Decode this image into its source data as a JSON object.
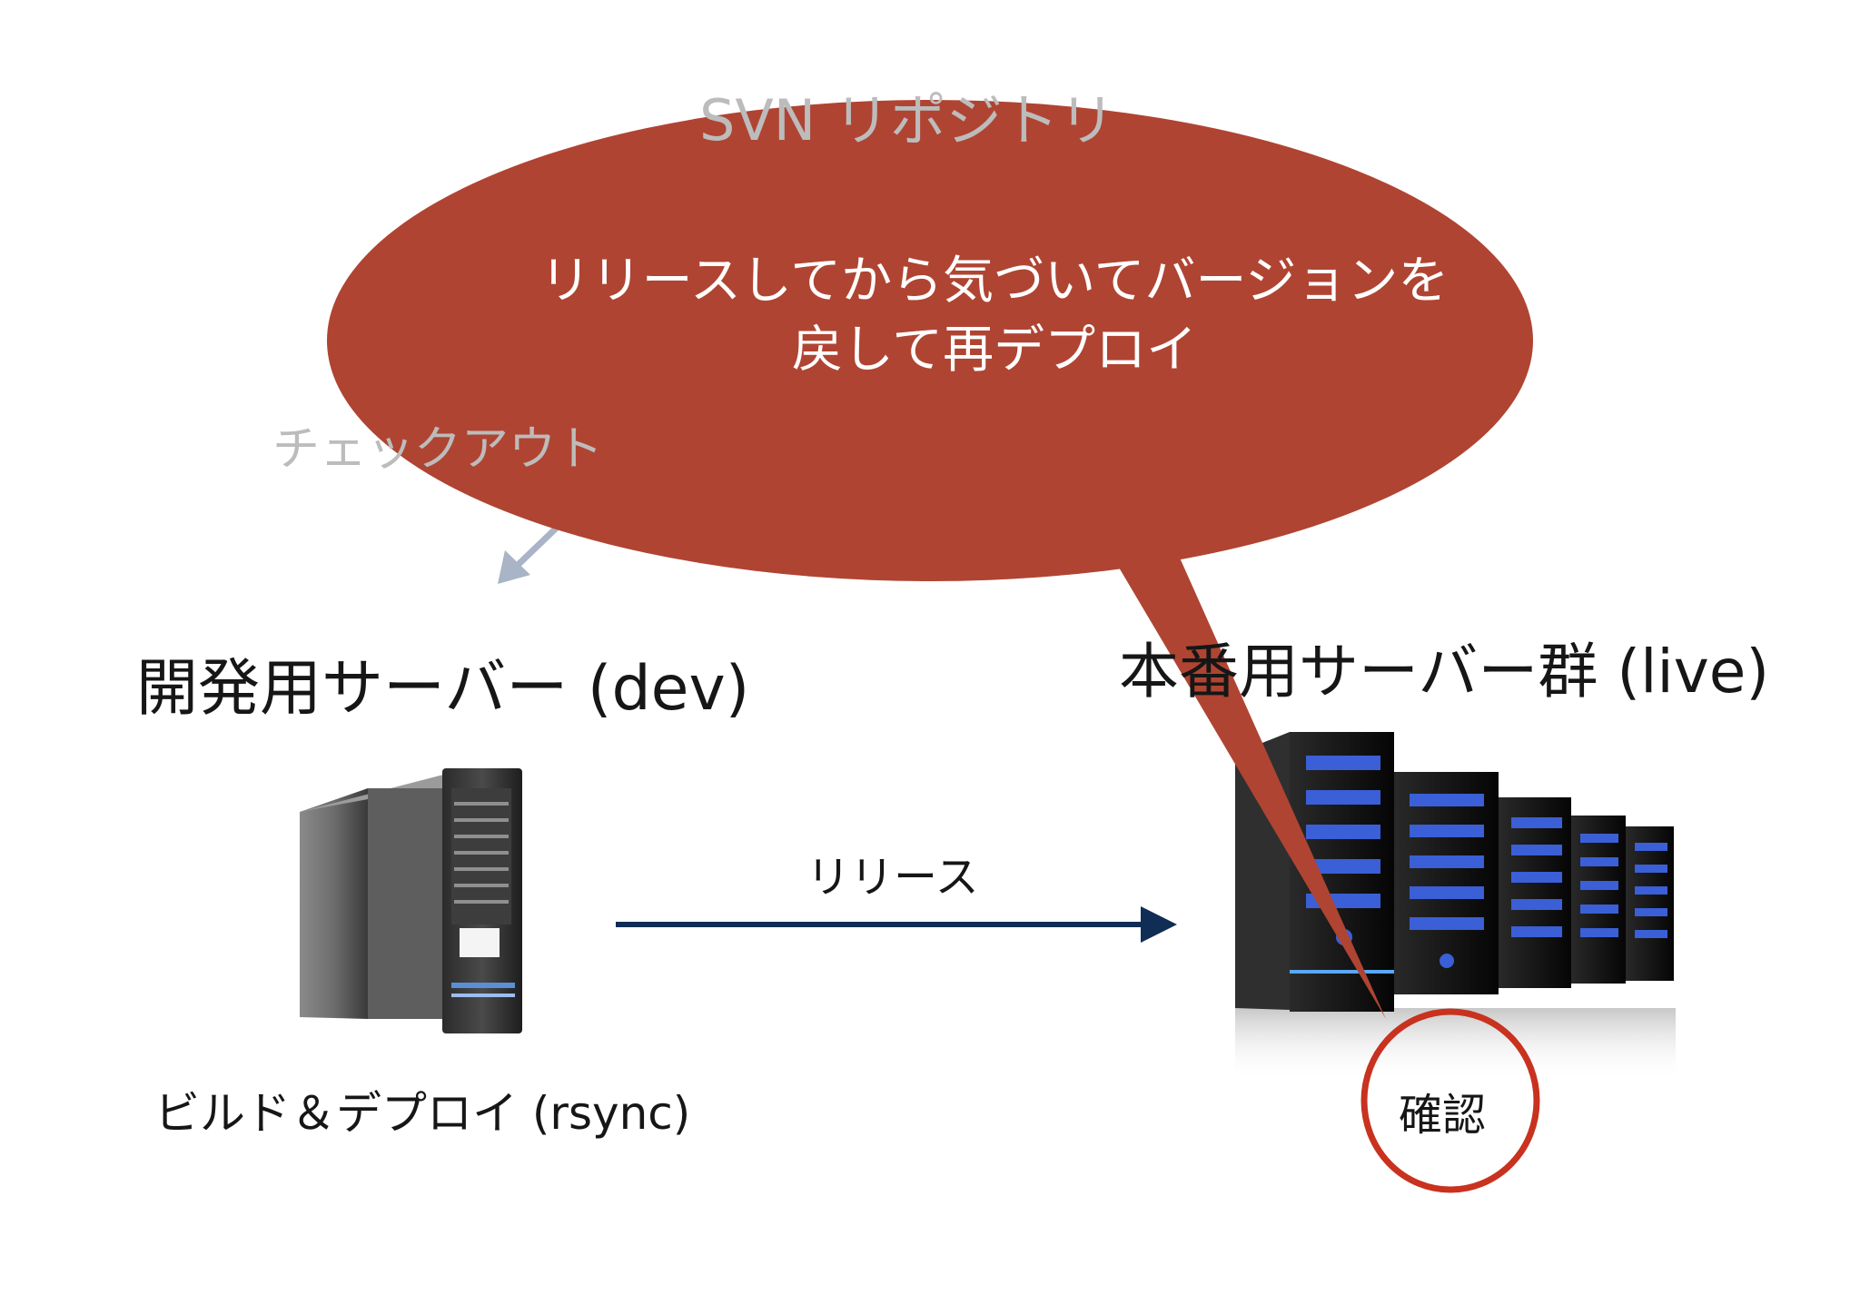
{
  "background": {
    "svn_repository_label": "SVN リポジトリ",
    "checkout_label": "チェックアウト"
  },
  "dev": {
    "title": "開発用サーバー (dev)",
    "caption": "ビルド＆デプロイ (rsync)"
  },
  "release": {
    "label": "リリース"
  },
  "live": {
    "title": "本番用サーバー群 (live)",
    "confirm_label": "確認"
  },
  "callout": {
    "line1": "リリースしてから気づいてバージョンを",
    "line2": "戻して再デプロイ",
    "color": "#b04432"
  },
  "colors": {
    "release_arrow": "#0f2d55",
    "faded_arrow": "#a9b4c6",
    "confirm_circle": "#c8321f"
  }
}
